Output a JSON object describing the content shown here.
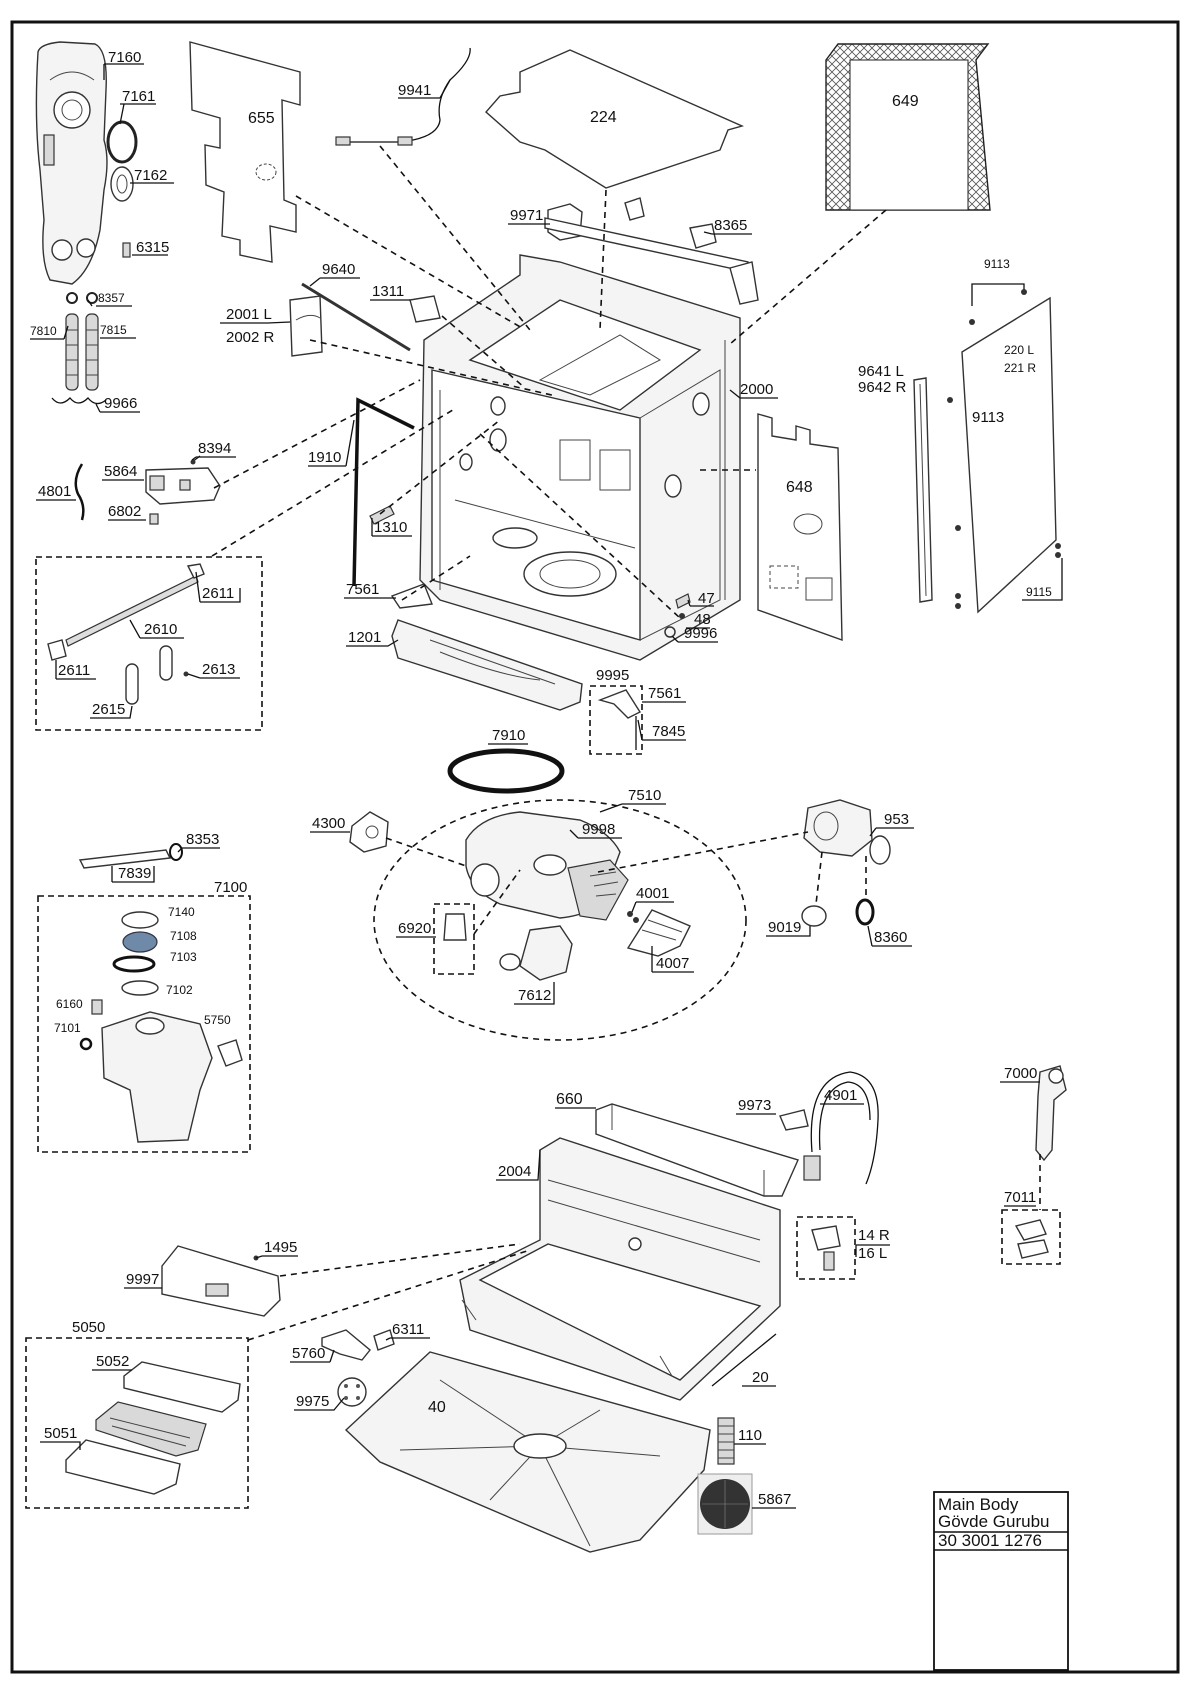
{
  "title_block": {
    "title_en": "Main Body",
    "title_tr": "Gövde Gurubu",
    "code": "30 3001 1276"
  },
  "labels": {
    "p7160": "7160",
    "p7161": "7161",
    "p7162": "7162",
    "p6315": "6315",
    "p655": "655",
    "p9941": "9941",
    "p224": "224",
    "p649": "649",
    "p9971": "9971",
    "p8365": "8365",
    "p9113a": "9113",
    "p9113b": "9113",
    "p220": "220 L",
    "p221": "221 R",
    "p8357": "8357",
    "p7810": "7810",
    "p7815": "7815",
    "p9966": "9966",
    "p9640": "9640",
    "p1311": "1311",
    "p2001": "2001 L",
    "p2002": "2002 R",
    "p2000": "2000",
    "p9641": "9641 L",
    "p9642": "9642 R",
    "p8394": "8394",
    "p5864": "5864",
    "p4801": "4801",
    "p6802": "6802",
    "p1910": "1910",
    "p648": "648",
    "p1310": "1310",
    "p2611a": "2611",
    "p2610": "2610",
    "p2611b": "2611",
    "p2613": "2613",
    "p2615": "2615",
    "p7561a": "7561",
    "p1201": "1201",
    "p47": "47",
    "p48": "48",
    "p9996": "9996",
    "p9115": "9115",
    "p9995": "9995",
    "p7561b": "7561",
    "p7845": "7845",
    "p7910": "7910",
    "p7510": "7510",
    "p4300": "4300",
    "p9998": "9998",
    "p953": "953",
    "p8353": "8353",
    "p7839": "7839",
    "p7100": "7100",
    "p7140": "7140",
    "p7108": "7108",
    "p7103": "7103",
    "p7102": "7102",
    "p6160": "6160",
    "p7101": "7101",
    "p5750": "5750",
    "p6920": "6920",
    "p4001": "4001",
    "p4007": "4007",
    "p7612": "7612",
    "p9019": "9019",
    "p8360": "8360",
    "p7000": "7000",
    "p660": "660",
    "p9973": "9973",
    "p4901": "4901",
    "p2004": "2004",
    "p7011": "7011",
    "p14": "14 R",
    "p16": "16 L",
    "p1495": "1495",
    "p9997": "9997",
    "p5050": "5050",
    "p5052": "5052",
    "p6311": "6311",
    "p5760": "5760",
    "p20": "20",
    "p9975": "9975",
    "p40": "40",
    "p5051": "5051",
    "p110": "110",
    "p5867": "5867"
  }
}
